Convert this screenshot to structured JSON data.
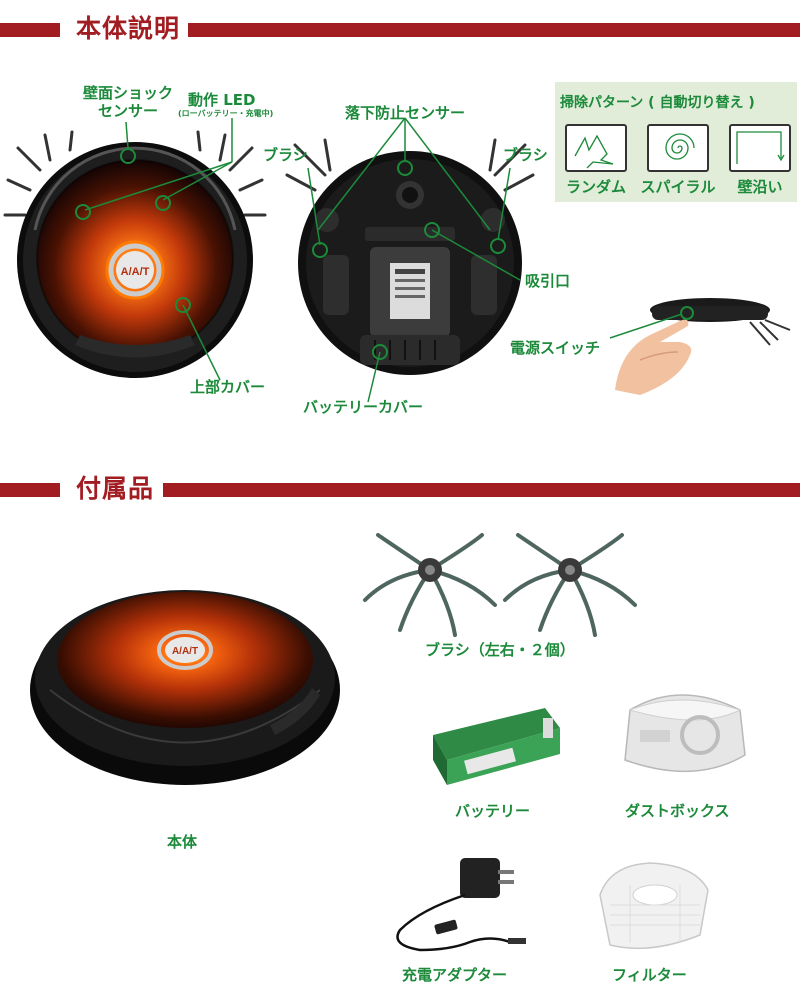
{
  "sections": {
    "parts": {
      "title": "本体説明"
    },
    "accessories": {
      "title": "付属品"
    }
  },
  "colors": {
    "section": "#a11d22",
    "label": "#1c8a3a",
    "pattern_bg": "#e1edd9",
    "glow": "#ff5a14"
  },
  "product": {
    "logo": "A/A/T"
  },
  "top_view": {
    "wall_sensor": [
      "壁面ショック",
      "センサー"
    ],
    "led": "動作 LED",
    "led_note": "(ローバッテリー・充電中)",
    "top_cover": "上部カバー"
  },
  "bottom_view": {
    "brush_left": "ブラシ",
    "brush_right": "ブラシ",
    "drop_sensor": "落下防止センサー",
    "suction": "吸引口",
    "battery_cover": "バッテリーカバー"
  },
  "power_switch": "電源スイッチ",
  "patterns": {
    "title": "掃除パターン ( 自動切り替え )",
    "items": [
      {
        "label": "ランダム",
        "icon": "random-path-icon"
      },
      {
        "label": "スパイラル",
        "icon": "spiral-path-icon"
      },
      {
        "label": "壁沿い",
        "icon": "wall-path-icon"
      }
    ]
  },
  "accessories": {
    "body": "本体",
    "brushes": "ブラシ（左右・２個）",
    "battery": "バッテリー",
    "dust_box": "ダストボックス",
    "adapter": "充電アダプター",
    "filter": "フィルター"
  }
}
